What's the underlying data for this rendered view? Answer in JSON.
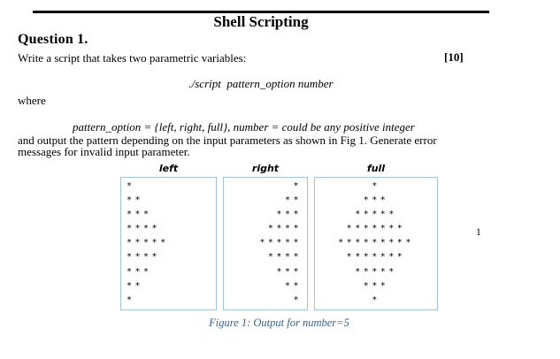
{
  "page": {
    "title": "Shell Scripting",
    "page_number": "1"
  },
  "question": {
    "heading": "Question 1.",
    "prompt": "Write a script that takes two parametric variables:",
    "marks": "[10]",
    "command": "./script  pattern_option number",
    "where_label": "where",
    "definition": "pattern_option = {left, right, full}, number = could be any positive integer",
    "body_line1": "and output the pattern depending on the input parameters as shown in Fig 1. Generate error",
    "body_line2": "messages for invalid input parameter."
  },
  "figure": {
    "caption": "Figure 1: Output for number=5",
    "panels": [
      {
        "label": "left",
        "align": "left",
        "rows": [
          "*",
          "**",
          "***",
          "****",
          "*****",
          "****",
          "***",
          "**",
          "*"
        ]
      },
      {
        "label": "right",
        "align": "right",
        "rows": [
          "*",
          "**",
          "***",
          "****",
          "*****",
          "****",
          "***",
          "**",
          "*"
        ]
      },
      {
        "label": "full",
        "align": "center",
        "rows": [
          "*",
          "***",
          "*****",
          "*******",
          "*********",
          "*******",
          "*****",
          "***",
          "*"
        ]
      }
    ]
  },
  "colors": {
    "caption": "#3A6286",
    "box_border": "#A4C2D4",
    "text": "#000000"
  }
}
